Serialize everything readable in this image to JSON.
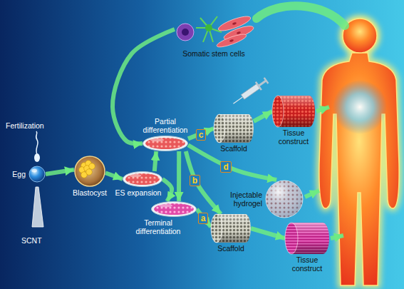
{
  "diagram": {
    "nodes": [
      {
        "text": [
          "Egg"
        ]
      },
      {
        "text": [
          "Blastocyst"
        ]
      },
      {
        "text": [
          "ES expansion"
        ]
      },
      {
        "text": [
          "Partial differentiation"
        ]
      },
      {
        "text": [
          "Terminal differentiation"
        ]
      },
      {
        "text": [
          "Somatic stem cells"
        ]
      },
      {
        "text": [
          "Scaffold"
        ]
      },
      {
        "text": [
          "Tissue construct"
        ]
      },
      {
        "text": [
          "Injectable hydrogel"
        ]
      },
      {
        "text": [
          "Scaffold"
        ]
      },
      {
        "text": [
          "Tissue construct"
        ]
      }
    ],
    "edges": [
      {
        "from": 0,
        "to": 1,
        "arrow": "to"
      },
      {
        "from": 1,
        "to": 2,
        "arrow": "to"
      },
      {
        "from": 2,
        "to": 3,
        "arrow": "to"
      },
      {
        "from": 2,
        "to": 4,
        "arrow": "to"
      },
      {
        "from": 3,
        "to": 4,
        "arrow": "to"
      },
      {
        "from": 3,
        "to": 6,
        "label": "c",
        "arrow": "to"
      },
      {
        "from": 3,
        "to": 8,
        "label": "d",
        "arrow": "to"
      },
      {
        "from": 3,
        "to": 9,
        "label": "b",
        "arrow": "to"
      },
      {
        "from": 4,
        "to": 9,
        "label": "a",
        "arrow": "to"
      },
      {
        "from": 5,
        "to": 3,
        "arrow": "to"
      },
      {
        "from": 6,
        "to": 7,
        "arrow": "to"
      },
      {
        "from": 9,
        "to": 10,
        "arrow": "to"
      }
    ],
    "labels": [
      "Fertilization",
      "SCNT"
    ]
  }
}
